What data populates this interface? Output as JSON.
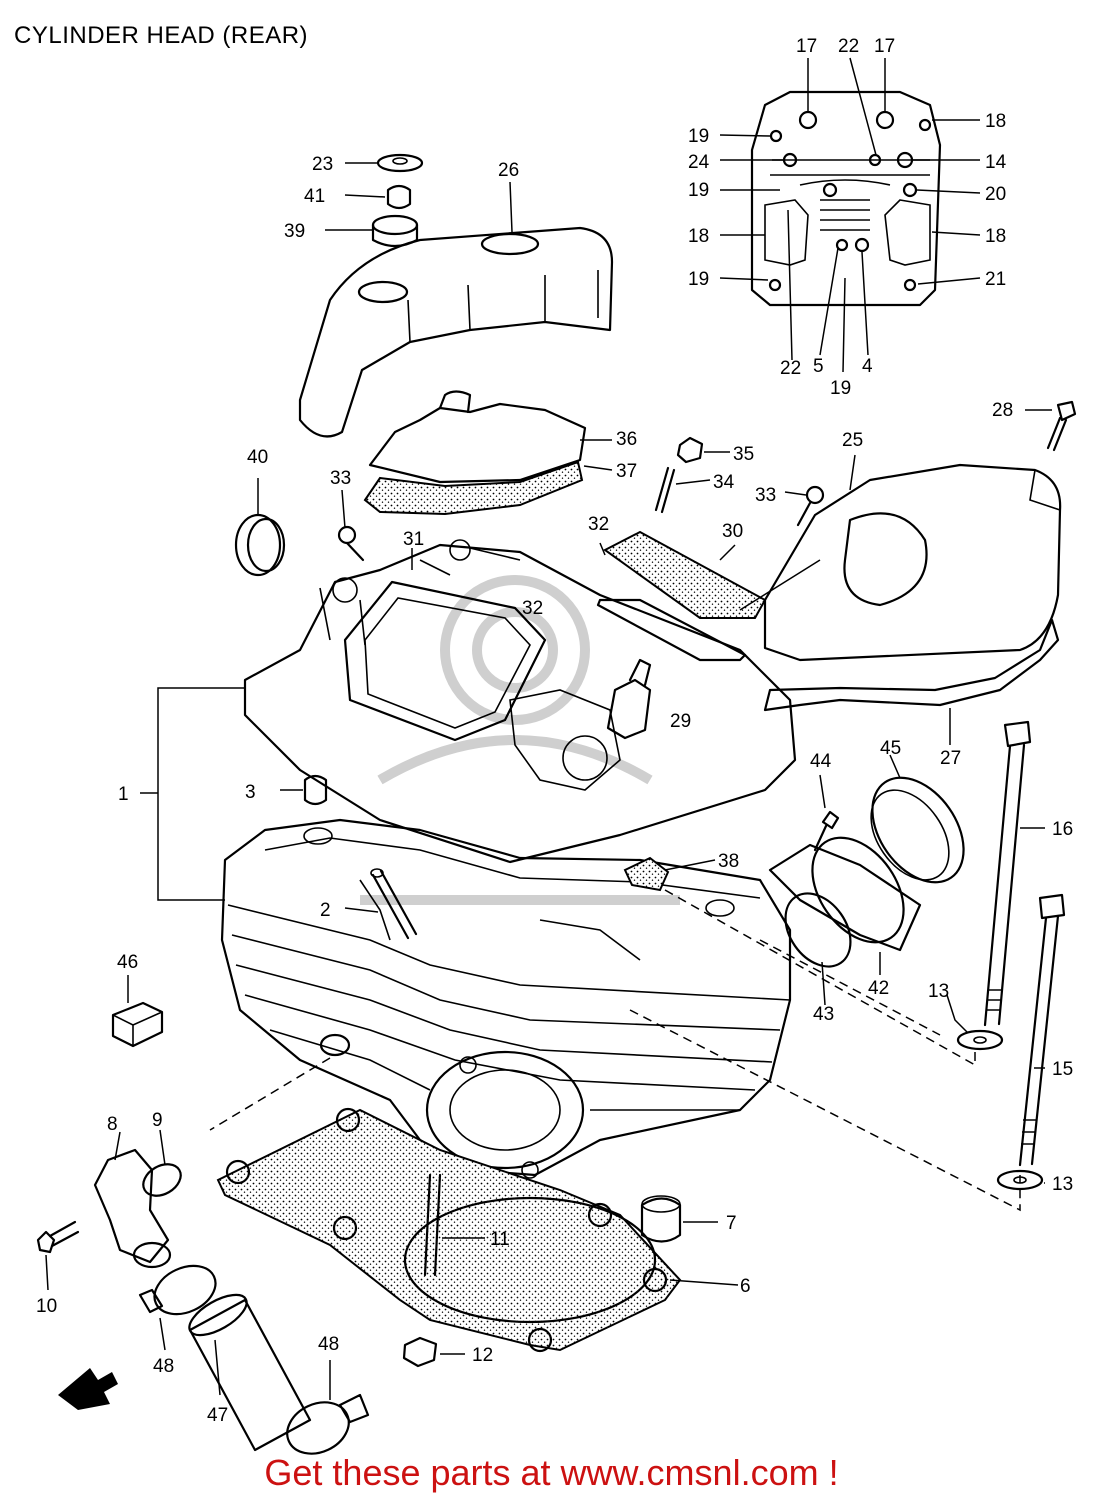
{
  "title": "CYLINDER HEAD (REAR)",
  "footer": "Get these parts at www.cmsnl.com !",
  "colors": {
    "footer_text": "#cc1111",
    "line_art": "#000000",
    "watermark": "#cfcfcf"
  },
  "callouts": [
    {
      "n": "1"
    },
    {
      "n": "2"
    },
    {
      "n": "3"
    },
    {
      "n": "4"
    },
    {
      "n": "5"
    },
    {
      "n": "6"
    },
    {
      "n": "7"
    },
    {
      "n": "8"
    },
    {
      "n": "9"
    },
    {
      "n": "10"
    },
    {
      "n": "11"
    },
    {
      "n": "12"
    },
    {
      "n": "13"
    },
    {
      "n": "13"
    },
    {
      "n": "14"
    },
    {
      "n": "15"
    },
    {
      "n": "16"
    },
    {
      "n": "17"
    },
    {
      "n": "17"
    },
    {
      "n": "18"
    },
    {
      "n": "18"
    },
    {
      "n": "18"
    },
    {
      "n": "19"
    },
    {
      "n": "19"
    },
    {
      "n": "19"
    },
    {
      "n": "19"
    },
    {
      "n": "20"
    },
    {
      "n": "21"
    },
    {
      "n": "22"
    },
    {
      "n": "22"
    },
    {
      "n": "23"
    },
    {
      "n": "24"
    },
    {
      "n": "25"
    },
    {
      "n": "26"
    },
    {
      "n": "27"
    },
    {
      "n": "28"
    },
    {
      "n": "29"
    },
    {
      "n": "30"
    },
    {
      "n": "31"
    },
    {
      "n": "32"
    },
    {
      "n": "32"
    },
    {
      "n": "33"
    },
    {
      "n": "33"
    },
    {
      "n": "34"
    },
    {
      "n": "35"
    },
    {
      "n": "36"
    },
    {
      "n": "37"
    },
    {
      "n": "38"
    },
    {
      "n": "39"
    },
    {
      "n": "40"
    },
    {
      "n": "41"
    },
    {
      "n": "42"
    },
    {
      "n": "43"
    },
    {
      "n": "44"
    },
    {
      "n": "45"
    },
    {
      "n": "46"
    },
    {
      "n": "47"
    },
    {
      "n": "48"
    },
    {
      "n": "48"
    }
  ]
}
